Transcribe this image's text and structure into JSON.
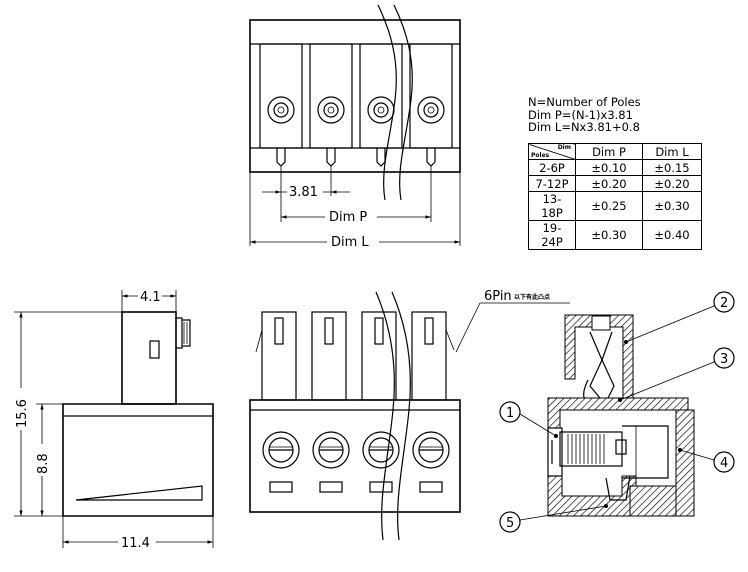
{
  "top_view": {
    "pitch_label": "3.81",
    "dim_p_label": "Dim P",
    "dim_l_label": "Dim L"
  },
  "formulas": {
    "line1": "N=Number of Poles",
    "line2": "Dim P=(N-1)x3.81",
    "line3": "Dim L=Nx3.81+0.8"
  },
  "tolerance_table": {
    "corner_top": "Dim",
    "corner_bottom": "Poles",
    "headers": [
      "Dim P",
      "Dim L"
    ],
    "rows": [
      {
        "poles": "2-6P",
        "dim_p": "±0.10",
        "dim_l": "±0.15"
      },
      {
        "poles": "7-12P",
        "dim_p": "±0.20",
        "dim_l": "±0.20"
      },
      {
        "poles": "13-18P",
        "dim_p": "±0.25",
        "dim_l": "±0.30"
      },
      {
        "poles": "19-24P",
        "dim_p": "±0.30",
        "dim_l": "±0.40"
      }
    ]
  },
  "side_view": {
    "top_width": "4.1",
    "height_total": "15.6",
    "height_body": "8.8",
    "width_bottom": "11.4"
  },
  "front_view": {
    "note": "6Pin",
    "note_small": "以下有此凸点"
  },
  "section_view": {
    "callouts": [
      "1",
      "2",
      "3",
      "4",
      "5"
    ]
  }
}
